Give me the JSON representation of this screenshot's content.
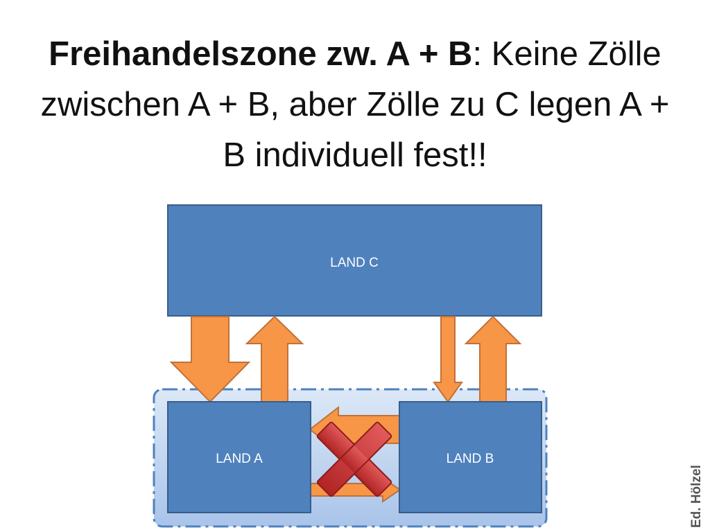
{
  "title": {
    "bold_part": "Freihandelszone zw. A + B",
    "normal_part": ": Keine Zölle zwischen A + B, aber Zölle zu C legen A + B  individuell fest!!"
  },
  "diagram": {
    "land_c": "LAND C",
    "land_a": "LAND A",
    "land_b": "LAND B"
  },
  "logo": {
    "text": "Ed. Hölzel"
  },
  "colors": {
    "box_fill": "#4f81bd",
    "box_stroke": "#385d8a",
    "arrow_fill": "#f79646",
    "arrow_stroke": "#c0713a",
    "zone_fill": "#c6d9f1",
    "zone_stroke": "#4f81bd",
    "cross": "#d03434"
  }
}
